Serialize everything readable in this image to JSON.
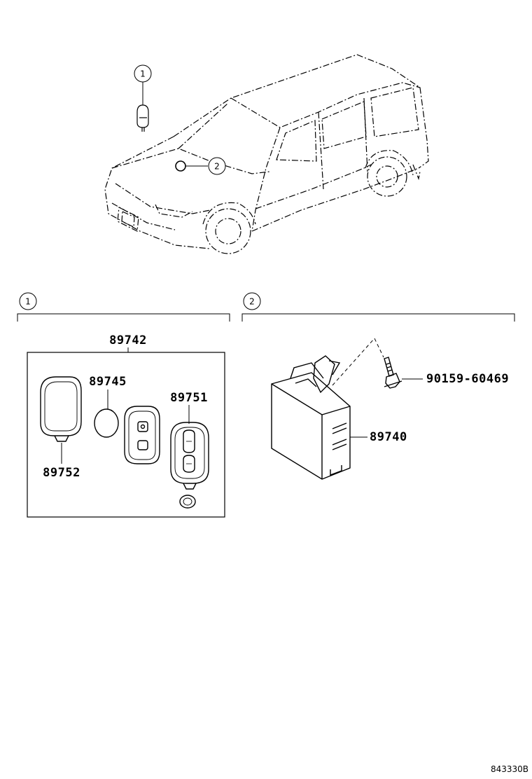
{
  "callouts": {
    "c1": "1",
    "c2": "2"
  },
  "sections": {
    "s1": "1",
    "s2": "2"
  },
  "parts": {
    "p89742": "89742",
    "p89745": "89745",
    "p89751": "89751",
    "p89752": "89752",
    "p89740": "89740",
    "p90159": "90159-60469"
  },
  "diagram_code": "843330B"
}
